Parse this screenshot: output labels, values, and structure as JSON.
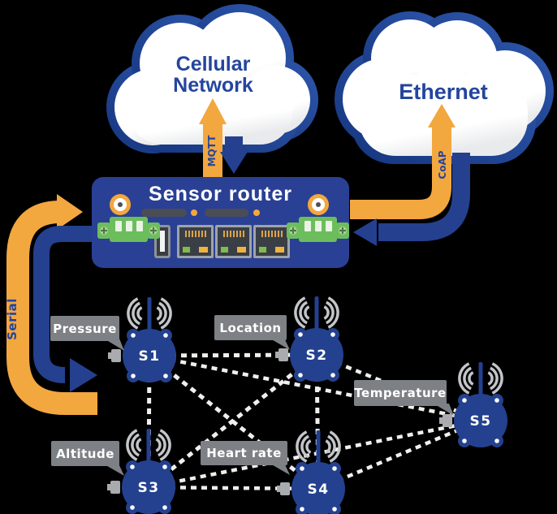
{
  "colors": {
    "orange": "#F3A73F",
    "arrow-blue": "#24408F",
    "node-blue": "#24418F",
    "router-blue": "#2A4094",
    "text-blue": "#24459E",
    "label-gray": "#7D8084",
    "wave-gray": "#C3C5C8",
    "dash-white": "#EFEFED"
  },
  "clouds": {
    "cellular": {
      "line1": "Cellular",
      "line2": "Network"
    },
    "ethernet": {
      "label": "Ethernet"
    }
  },
  "router": {
    "title": "Sensor router"
  },
  "arrows": {
    "mqtt": {
      "label": "MQTT"
    },
    "coap": {
      "label": "CoAP"
    },
    "serial": {
      "label": "Serial"
    }
  },
  "sensors": [
    {
      "id": "S1",
      "tag": "Pressure"
    },
    {
      "id": "S2",
      "tag": "Location"
    },
    {
      "id": "S3",
      "tag": "Altitude"
    },
    {
      "id": "S4",
      "tag": "Heart rate"
    },
    {
      "id": "S5",
      "tag": "Temperature"
    }
  ]
}
